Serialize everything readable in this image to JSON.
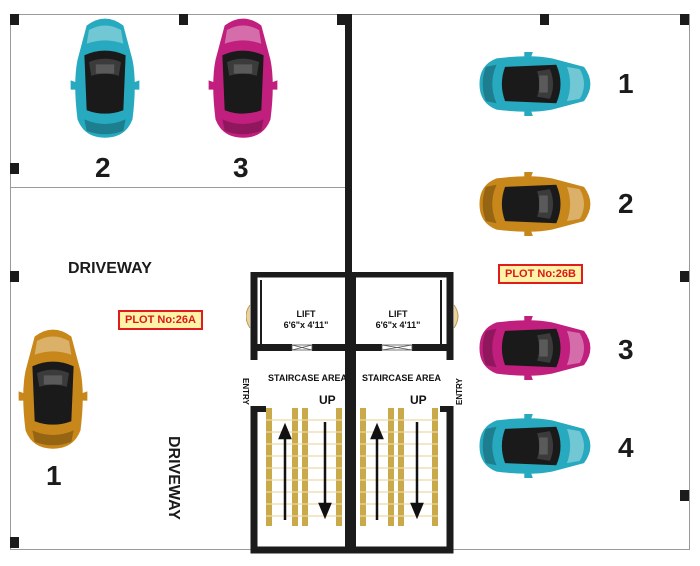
{
  "plot_a": {
    "label": "PLOT No:26A",
    "driveway_label": "DRIVEWAY",
    "driveway_vertical_label": "DRIVEWAY",
    "bay_numbers": [
      "2",
      "3",
      "1"
    ],
    "lift_label": "LIFT",
    "lift_size": "6'6\"x 4'11\"",
    "staircase_label": "STAIRCASE AREA",
    "up_label": "UP",
    "entry_label": "ENTRY"
  },
  "plot_b": {
    "label": "PLOT No:26B",
    "bay_numbers": [
      "1",
      "2",
      "3",
      "4"
    ],
    "lift_label": "LIFT",
    "lift_size": "6'6\"x 4'11\"",
    "staircase_label": "STAIRCASE AREA",
    "up_label": "UP",
    "entry_label": "ENTRY"
  },
  "colors": {
    "wall": "#1b1b1b",
    "teal_car": "#27a9bf",
    "magenta_car": "#c01f7e",
    "gold_car": "#c8871a",
    "stair_tread": "#c9a94a",
    "plot_border": "#e01c1c",
    "plot_fill": "#fff3a8"
  },
  "cars": [
    {
      "id": "a-2",
      "color": "teal"
    },
    {
      "id": "a-3",
      "color": "magenta"
    },
    {
      "id": "a-1",
      "color": "gold"
    },
    {
      "id": "b-1",
      "color": "teal"
    },
    {
      "id": "b-2",
      "color": "gold"
    },
    {
      "id": "b-3",
      "color": "magenta"
    },
    {
      "id": "b-4",
      "color": "teal"
    }
  ]
}
